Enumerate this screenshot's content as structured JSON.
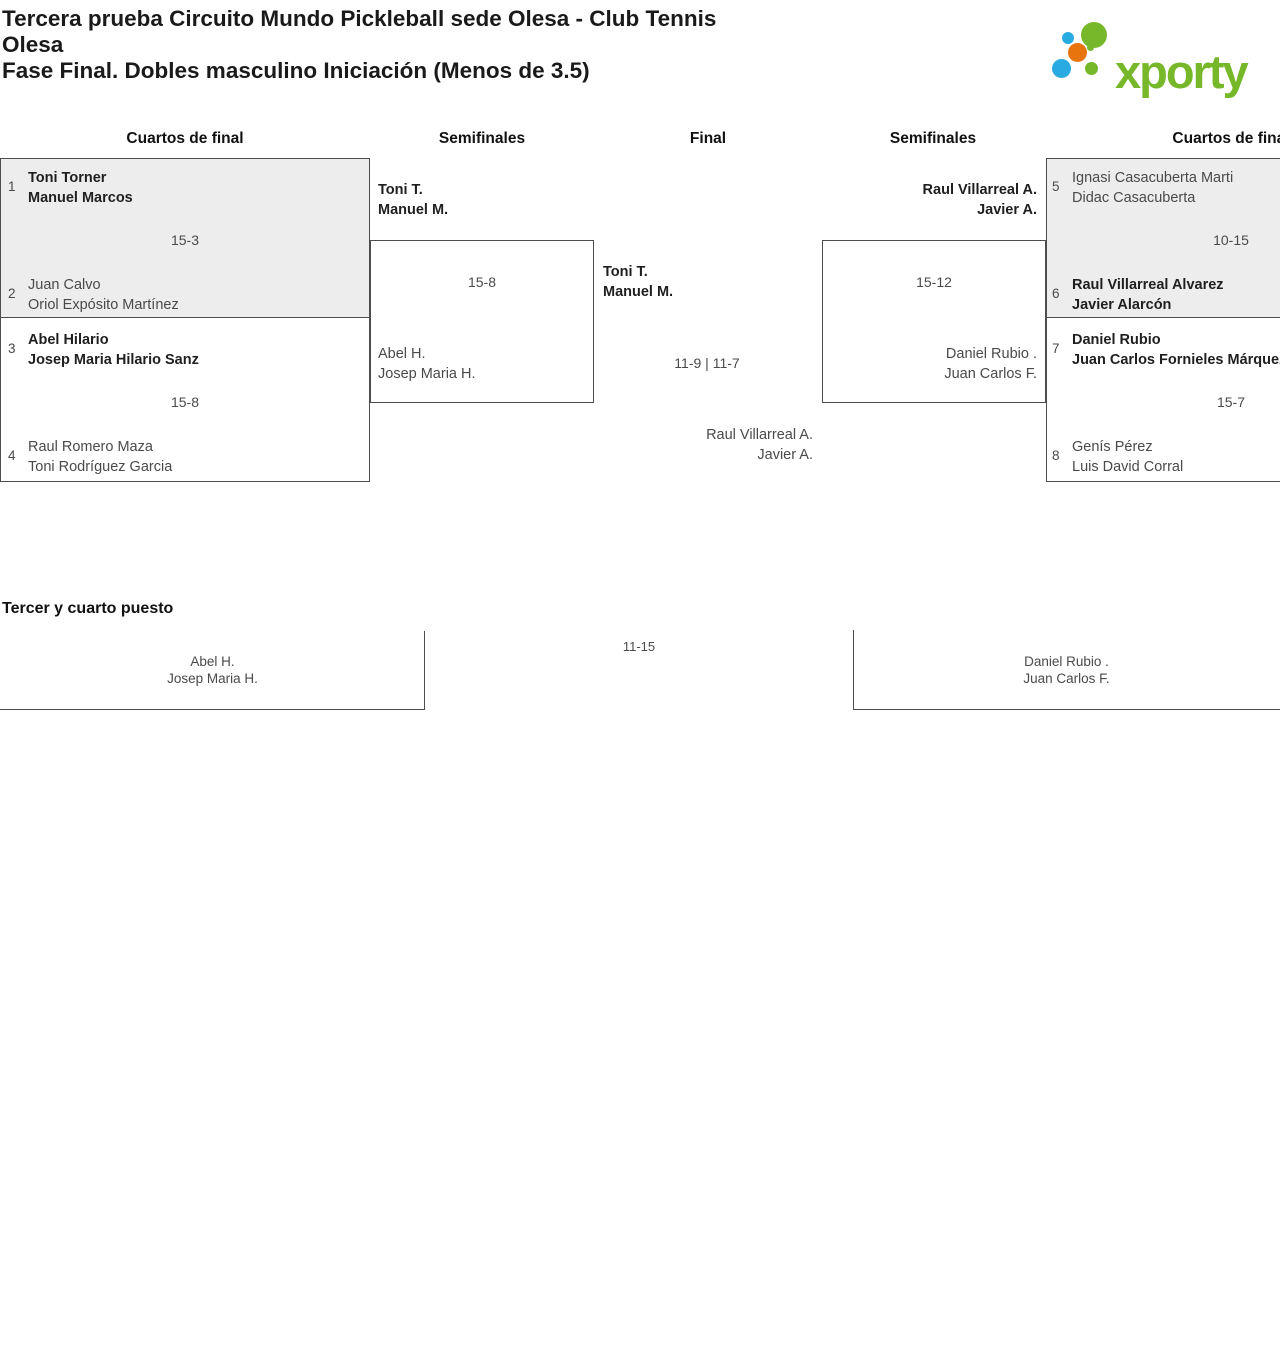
{
  "header": {
    "title_line1": "Tercera prueba Circuito Mundo Pickleball sede Olesa - Club Tennis",
    "title_line2": "Olesa",
    "title_line3": "Fase Final. Dobles masculino Iniciación (Menos de 3.5)"
  },
  "logo": {
    "text": "xporty",
    "green": "#76b82a",
    "blue": "#29abe2",
    "orange": "#e8740e"
  },
  "round_headers": {
    "r1": "Cuartos de final",
    "r2": "Semifinales",
    "r3": "Final",
    "r4": "Semifinales",
    "r5": "Cuartos de final"
  },
  "bracket": {
    "qf1": {
      "seed_top": "1",
      "top1": "Toni Torner",
      "top2": "Manuel Marcos",
      "score": "15-3",
      "seed_bottom": "2",
      "bottom1": "Juan Calvo",
      "bottom2": "Oriol Expósito Martínez"
    },
    "qf2": {
      "seed_top": "3",
      "top1": "Abel Hilario",
      "top2": "Josep Maria Hilario Sanz",
      "score": "15-8",
      "seed_bottom": "4",
      "bottom1": "Raul Romero Maza",
      "bottom2": "Toni Rodríguez Garcia"
    },
    "sf_left": {
      "top1": "Toni T.",
      "top2": "Manuel M.",
      "score": "15-8",
      "bottom1": "Abel H.",
      "bottom2": "Josep Maria H."
    },
    "final": {
      "top1": "Toni T.",
      "top2": "Manuel M.",
      "score": "11-9 | 11-7",
      "bottom1": "Raul Villarreal A.",
      "bottom2": "Javier A."
    },
    "sf_right": {
      "top1": "Raul Villarreal A.",
      "top2": "Javier A.",
      "score": "15-12",
      "bottom1": "Daniel Rubio .",
      "bottom2": "Juan Carlos F."
    },
    "qf3": {
      "seed_top": "5",
      "top1": "Ignasi Casacuberta Marti",
      "top2": "Didac Casacuberta",
      "score": "10-15",
      "seed_bottom": "6",
      "bottom1": "Raul Villarreal Alvarez",
      "bottom2": "Javier Alarcón"
    },
    "qf4": {
      "seed_top": "7",
      "top1": "Daniel Rubio",
      "top2": "Juan Carlos Fornieles Márquez",
      "score": "15-7",
      "seed_bottom": "8",
      "bottom1": "Genís Pérez",
      "bottom2": "Luis David Corral"
    }
  },
  "third_place": {
    "heading": "Tercer y cuarto puesto",
    "left1": "Abel H.",
    "left2": "Josep Maria H.",
    "score": "11-15",
    "right1": "Daniel Rubio .",
    "right2": "Juan Carlos F."
  }
}
